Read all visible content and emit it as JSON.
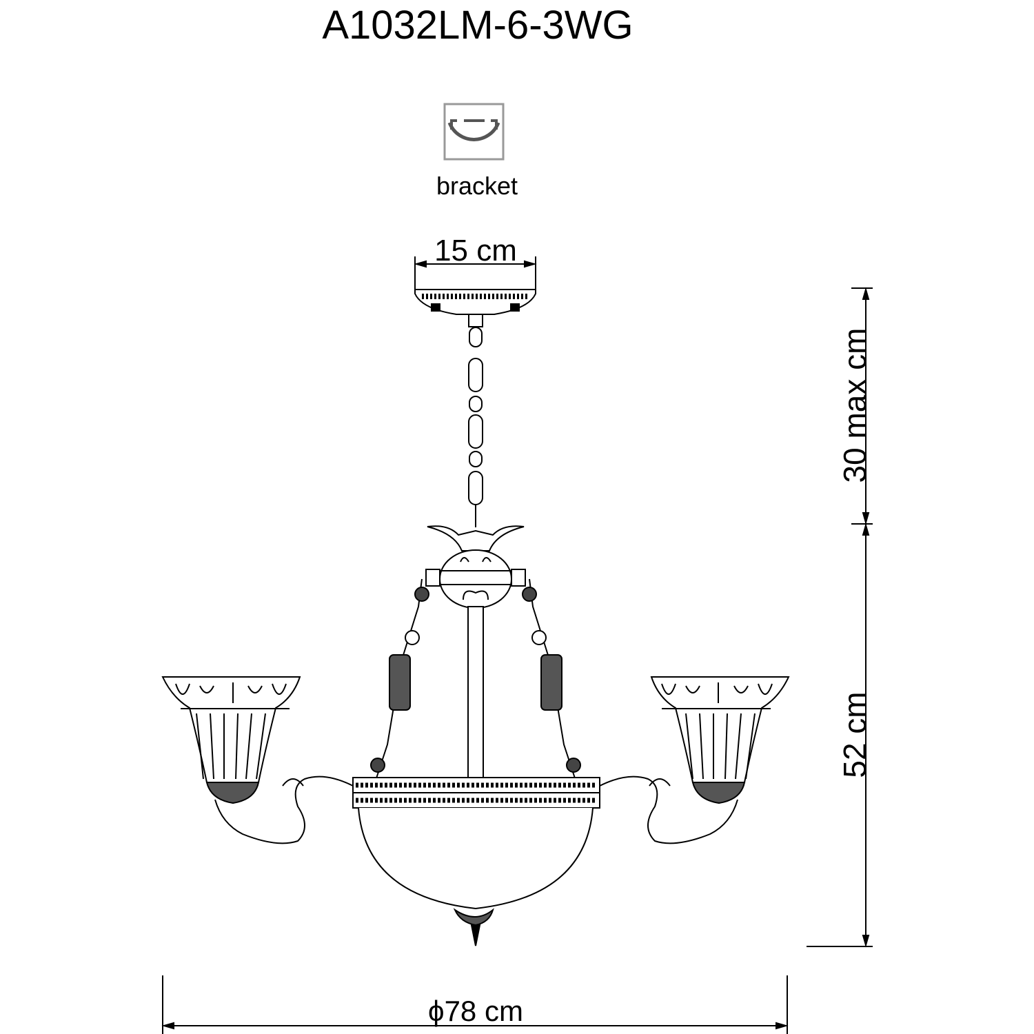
{
  "title": "A1032LM-6-3WG",
  "mount": {
    "icon": "bracket-icon",
    "label": "bracket"
  },
  "dimensions": {
    "canopy_width": "15 cm",
    "chain_length": "30 max cm",
    "body_height": "52 cm",
    "diameter": "ϕ78 cm"
  }
}
